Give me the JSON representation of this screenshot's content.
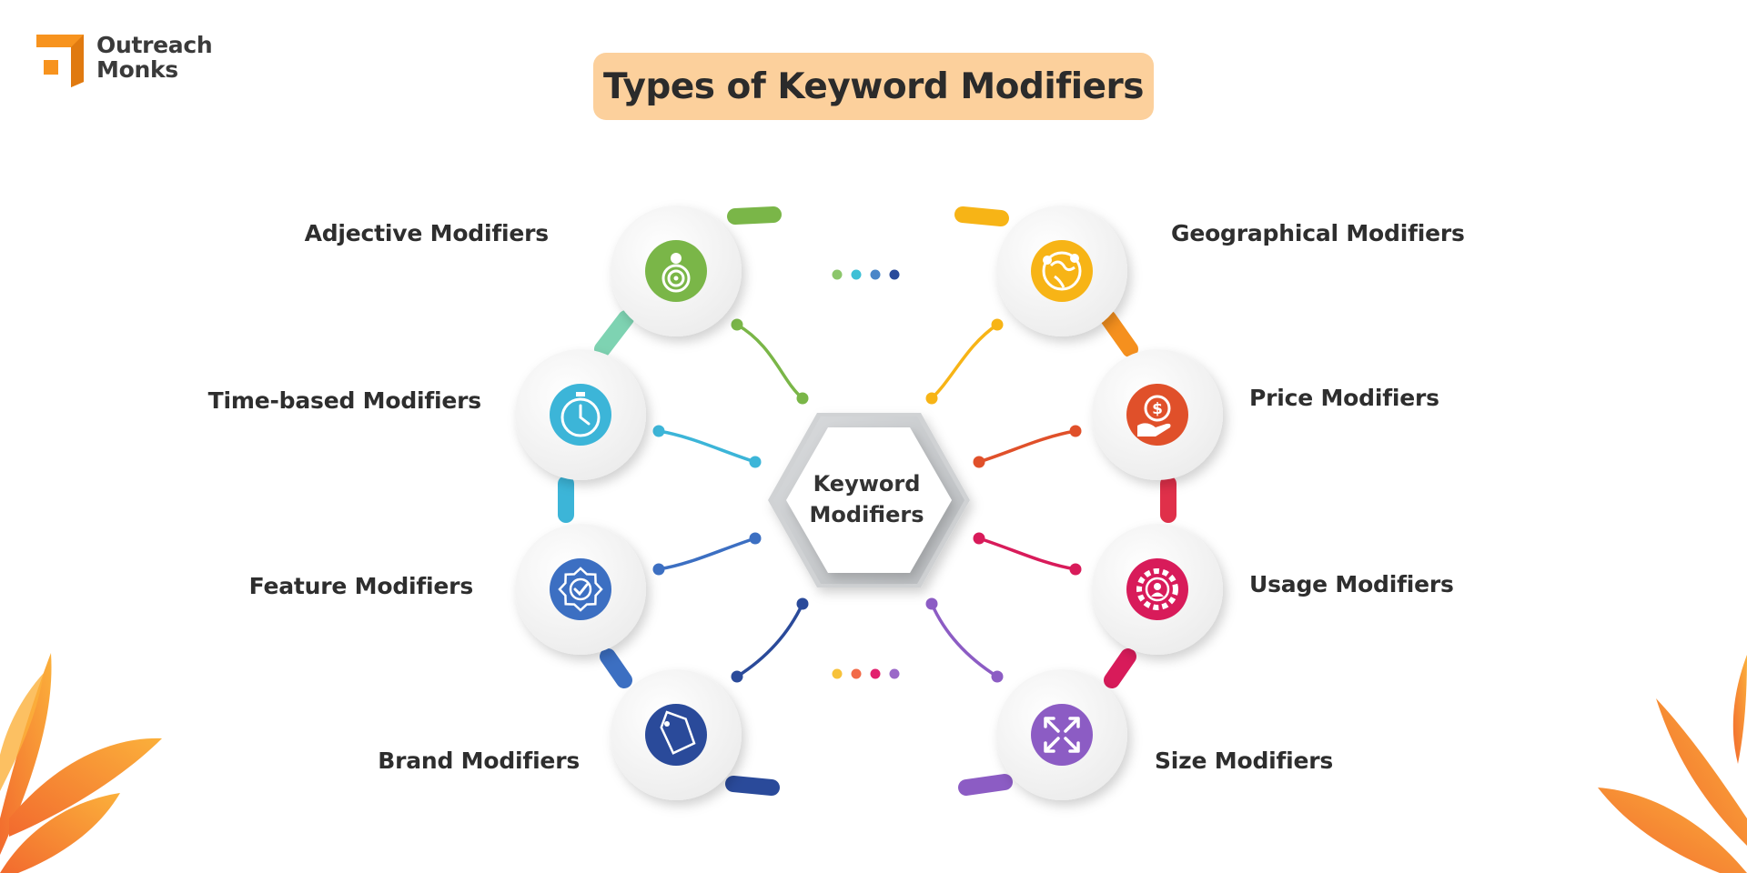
{
  "brand": {
    "line1": "Outreach",
    "line2": "Monks",
    "color": "#f7931e"
  },
  "title": "Types of Keyword Modifiers",
  "hub": {
    "line1": "Keyword",
    "line2": "Modifiers"
  },
  "modifiers": [
    {
      "label": "Adjective Modifiers",
      "icon": "target-person-icon",
      "color": "#7ab648"
    },
    {
      "label": "Time-based Modifiers",
      "icon": "stopwatch-icon",
      "color": "#3cb5d8"
    },
    {
      "label": "Feature Modifiers",
      "icon": "badge-check-icon",
      "color": "#3c6fc2"
    },
    {
      "label": "Brand Modifiers",
      "icon": "brand-tag-icon",
      "color": "#2a4a9a"
    },
    {
      "label": "Geographical Modifiers",
      "icon": "globe-pin-icon",
      "color": "#f7b416"
    },
    {
      "label": "Price Modifiers",
      "icon": "dollar-hand-icon",
      "color": "#e0502a"
    },
    {
      "label": "Usage Modifiers",
      "icon": "user-gear-icon",
      "color": "#d81b5a"
    },
    {
      "label": "Size Modifiers",
      "icon": "expand-arrows-icon",
      "color": "#8c5cc4"
    }
  ]
}
